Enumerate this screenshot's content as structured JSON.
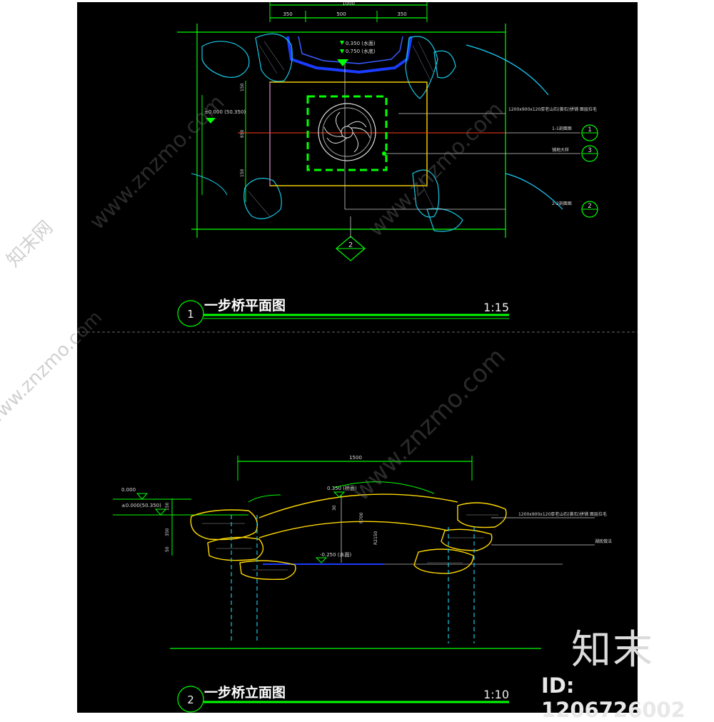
{
  "plan_view": {
    "title": "一步桥平面图",
    "number": "1",
    "scale": "1:15",
    "dims_top": [
      "1000",
      "350",
      "500",
      "350"
    ],
    "elevations": [
      "0.350 (水面)",
      "0.750 (水底)"
    ],
    "level_mark": "±0.000 (50.350)",
    "dims_left": [
      "150",
      "650",
      "150"
    ],
    "callouts": {
      "material": "1200x900x120厚老山石(黄石)拼铺 面层拉毛",
      "section_1": "1-1剖面图",
      "detail_3": "铺地大样",
      "section_2": "2-2剖面图"
    },
    "section_marker": "2",
    "color_accent": "#00ff00"
  },
  "elevation_view": {
    "title": "一步桥立面图",
    "number": "2",
    "scale": "1:10",
    "dim_top": "1500",
    "labels": {
      "left_level": "0.000",
      "left_level2": "±0.000(50.350)",
      "center_level": "0.350 (桥面)",
      "water_level": "-0.250 (水面)",
      "material": "1200x900x120厚老山石(黄石)拼铺 面层拉毛",
      "right_note": "湖底做法"
    },
    "dims_left": [
      "150",
      "350",
      "50"
    ],
    "dims_center": [
      "30",
      "R700"
    ],
    "radius": "R2150"
  },
  "watermarks": [
    "www.znzmo.com",
    "知末网"
  ],
  "brand": {
    "logo": "知末",
    "id_text": "ID: 1206726002"
  }
}
